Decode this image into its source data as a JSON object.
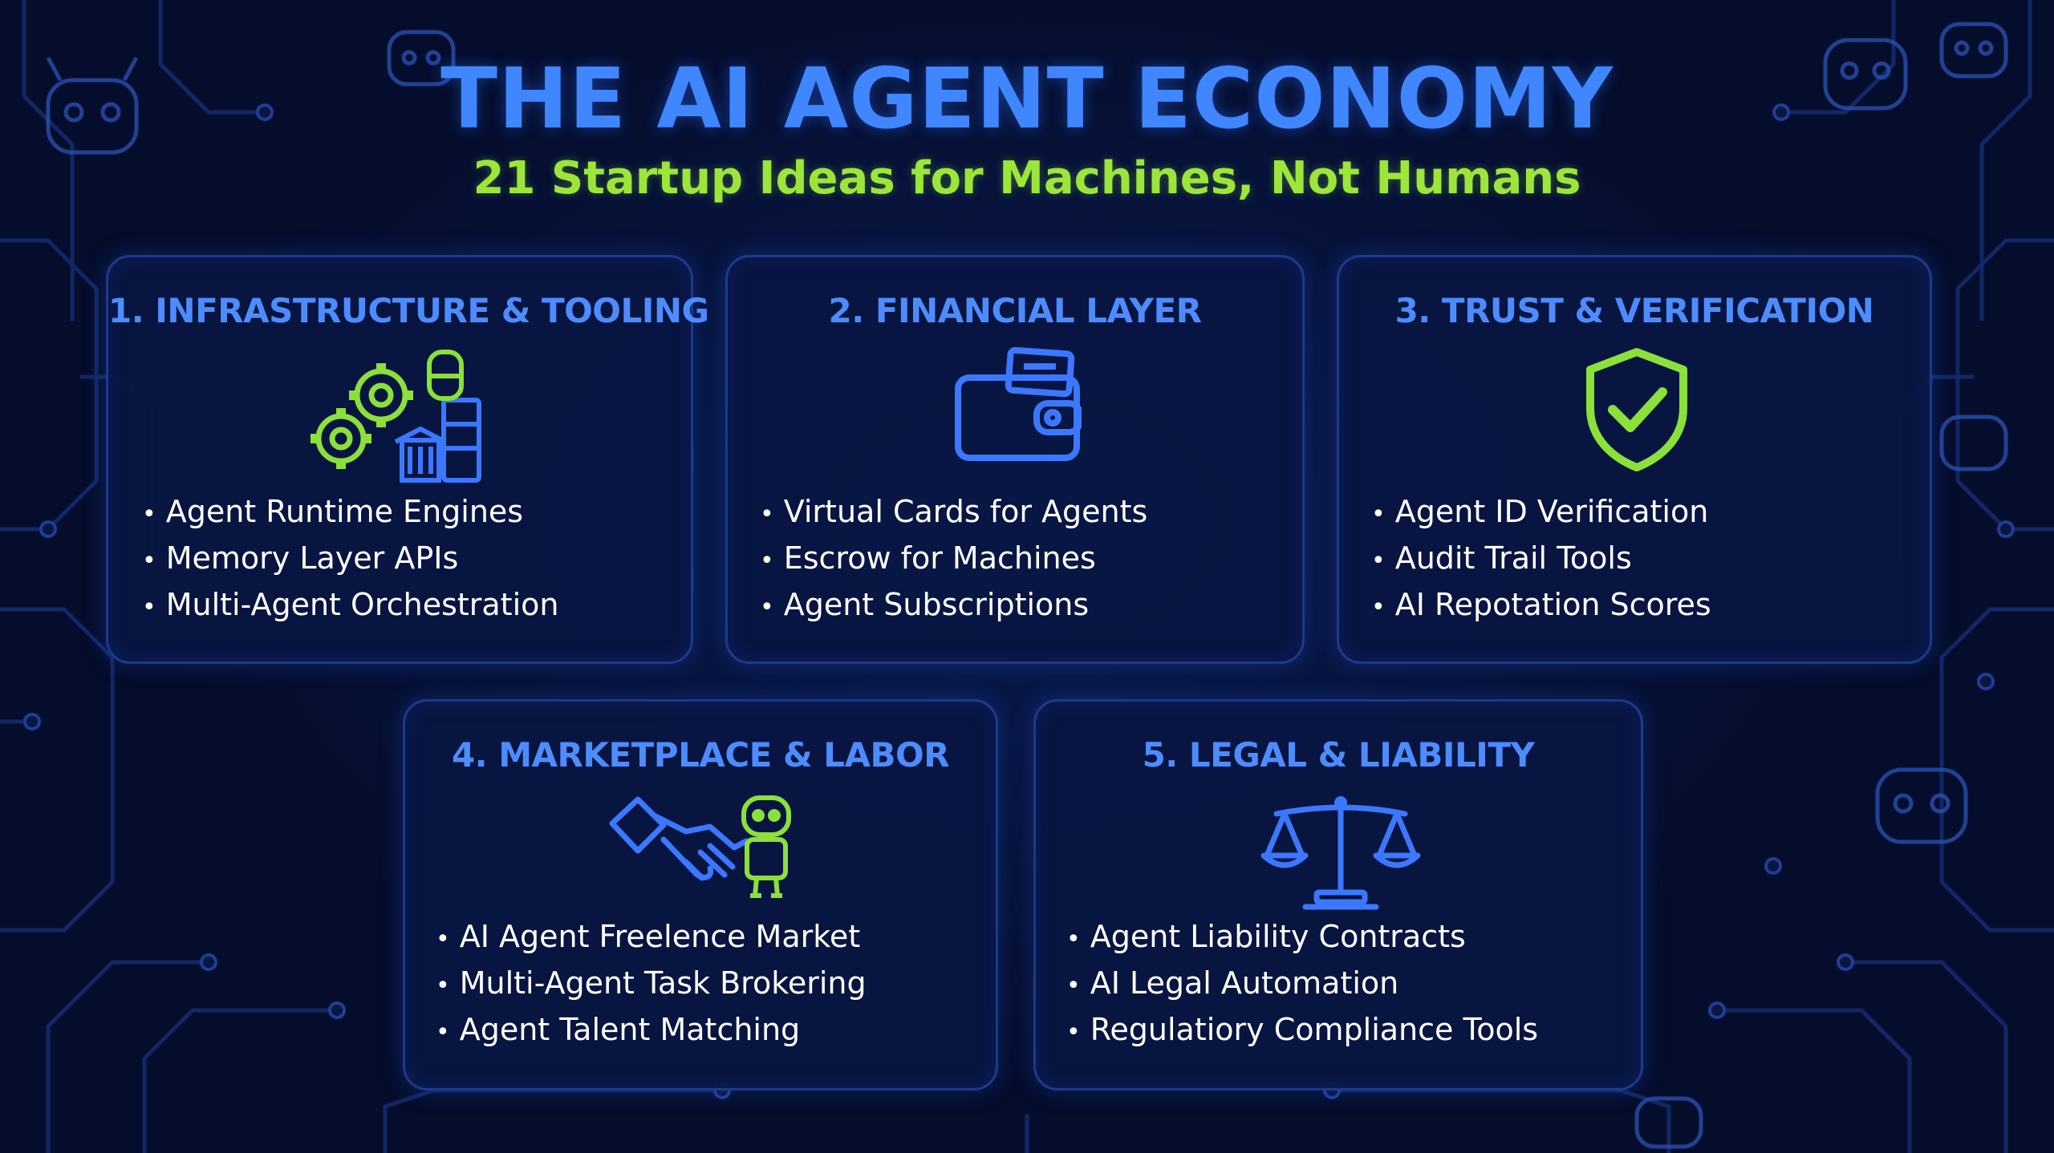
{
  "header": {
    "title": "THE AI AGENT ECONOMY",
    "subtitle": "21 Startup Ideas for Machines, Not Humans"
  },
  "colors": {
    "background": "#061033",
    "title_blue": "#3f86ff",
    "subtitle_green": "#9ce63a",
    "card_title_blue": "#4d8cff",
    "card_border": "#1d3a8a",
    "icon_blue": "#3b78ff",
    "icon_green": "#8be03a"
  },
  "cards": [
    {
      "title": "1. INFRASTRUCTURE & TOOLING",
      "icon": "gears-server-icon",
      "items": [
        "Agent Runtime Engines",
        "Memory Layer APIs",
        "Multi-Agent Orchestration"
      ]
    },
    {
      "title": "2. FINANCIAL LAYER",
      "icon": "wallet-icon",
      "items": [
        "Virtual Cards for Agents",
        "Escrow for Machines",
        "Agent Subscriptions"
      ]
    },
    {
      "title": "3. TRUST & VERIFICATION",
      "icon": "shield-check-icon",
      "items": [
        "Agent ID Verification",
        "Audit Trail Tools",
        "AI Repotation Scores"
      ]
    },
    {
      "title": "4. MARKETPLACE & LABOR",
      "icon": "handshake-robot-icon",
      "items": [
        "AI Agent Freelence Market",
        "Multi-Agent Task Brokering",
        "Agent Talent Matching"
      ]
    },
    {
      "title": "5. LEGAL & LIABILITY",
      "icon": "scales-icon",
      "items": [
        "Agent Liability Contracts",
        "AI Legal Automation",
        "Regulatiory Compliance Tools"
      ]
    }
  ],
  "bullet_glyph": "•"
}
